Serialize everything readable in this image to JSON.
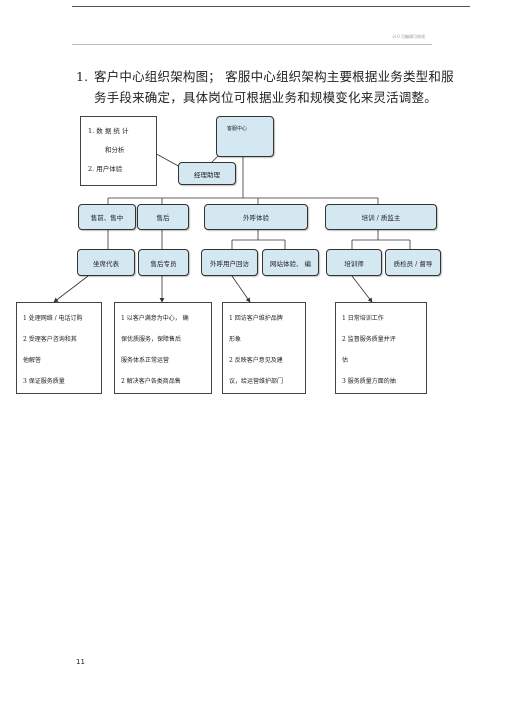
{
  "header": {
    "text": "vl.0 可编辑可修改"
  },
  "section": {
    "number": "1.",
    "line1": "客户中心组织架构图；  客服中心组织架构主要根据业务类型和服",
    "line2": "务手段来确定，具体岗位可根据业务和规模变化来灵活调整。"
  },
  "chart": {
    "root": "客服中心",
    "manager": "经理助理",
    "note": {
      "line1": "1.    数  据  统  计",
      "line2": "和分析",
      "line3": "2.    用户体验"
    },
    "departments": [
      "售前、售中",
      "售后",
      "外呼体验",
      "培训 / 质监主"
    ],
    "roles": [
      "坐席代表",
      "售后专员",
      "外呼用户回访",
      "网站体验、   编",
      "培训师",
      "质检员 / 督导"
    ],
    "duties": [
      [
        "1 处理网络 / 电话订购",
        "2  受理客户咨询和其",
        "他解答",
        "3 保证服务质量"
      ],
      [
        "1 以客户满意为中心，  确",
        "保优质服务，保障售后",
        "服务体系正常运营",
        "2 解决客户各类商品售"
      ],
      [
        "1  回访客户维护品牌",
        "形象",
        "2  反映客户意见及建",
        "议，给运营维护部门"
      ],
      [
        "1 日常培训工作",
        "2  监督服务质量并评",
        "估",
        "3  服务质量方面的抽"
      ]
    ]
  },
  "page": {
    "number": "11"
  }
}
